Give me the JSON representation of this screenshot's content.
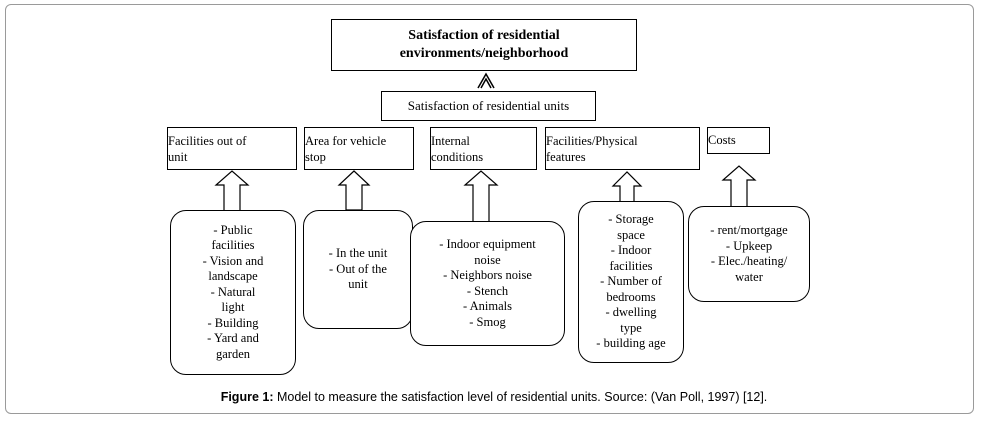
{
  "title": "Satisfaction of residential environments/neighborhood",
  "title_lines": [
    "Satisfaction of residential",
    "environments/neighborhood"
  ],
  "subtitle": "Satisfaction of residential units",
  "categories": [
    {
      "label_lines": [
        "Facilities out of",
        "unit"
      ],
      "items": [
        "- Public",
        "facilities",
        "- Vision and",
        "landscape",
        "- Natural",
        "light",
        "- Building",
        "- Yard and",
        "garden"
      ]
    },
    {
      "label_lines": [
        "Area for vehicle",
        "stop"
      ],
      "items": [
        "- In the unit",
        "- Out of the",
        "unit"
      ]
    },
    {
      "label_lines": [
        "Internal",
        "conditions"
      ],
      "items": [
        "- Indoor equipment",
        "noise",
        "- Neighbors noise",
        "- Stench",
        "- Animals",
        "- Smog"
      ]
    },
    {
      "label_lines": [
        "Facilities/Physical",
        "features"
      ],
      "items": [
        "- Storage",
        "space",
        "- Indoor",
        "facilities",
        "- Number of",
        "bedrooms",
        "- dwelling",
        "type",
        "- building age"
      ]
    },
    {
      "label_lines": [
        "Costs"
      ],
      "items": [
        "- rent/mortgage",
        "- Upkeep",
        "- Elec./heating/",
        "water"
      ]
    }
  ],
  "caption": {
    "label": "Figure 1:",
    "text": " Model to measure the satisfaction level of residential units. Source: (Van Poll, 1997) [12]."
  }
}
